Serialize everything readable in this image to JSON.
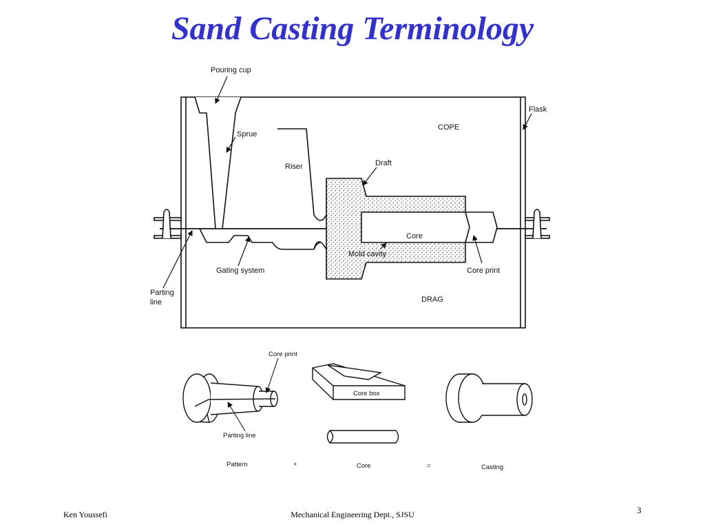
{
  "slide": {
    "title": "Sand Casting Terminology"
  },
  "mold_diagram": {
    "labels": {
      "pouring_cup": "Pouring cup",
      "sprue": "Sprue",
      "riser": "Riser",
      "draft": "Draft",
      "cope": "COPE",
      "flask": "Flask",
      "core": "Core",
      "mold_cavity": "Mold cavity",
      "core_print": "Core print",
      "gating_system": "Gating system",
      "parting_line_1": "Parting",
      "parting_line_2": "line",
      "drag": "DRAG"
    }
  },
  "pattern_diagram": {
    "labels": {
      "core_print": "Core print",
      "parting_line": "Parting line",
      "core_box": "Core box",
      "pattern": "Pattern",
      "plus": "+",
      "core": "Core",
      "equals": "=",
      "casting": "Casting"
    }
  },
  "footer": {
    "author": "Ken Youssefi",
    "dept": "Mechanical Engineering Dept., SJSU",
    "page": "3"
  }
}
